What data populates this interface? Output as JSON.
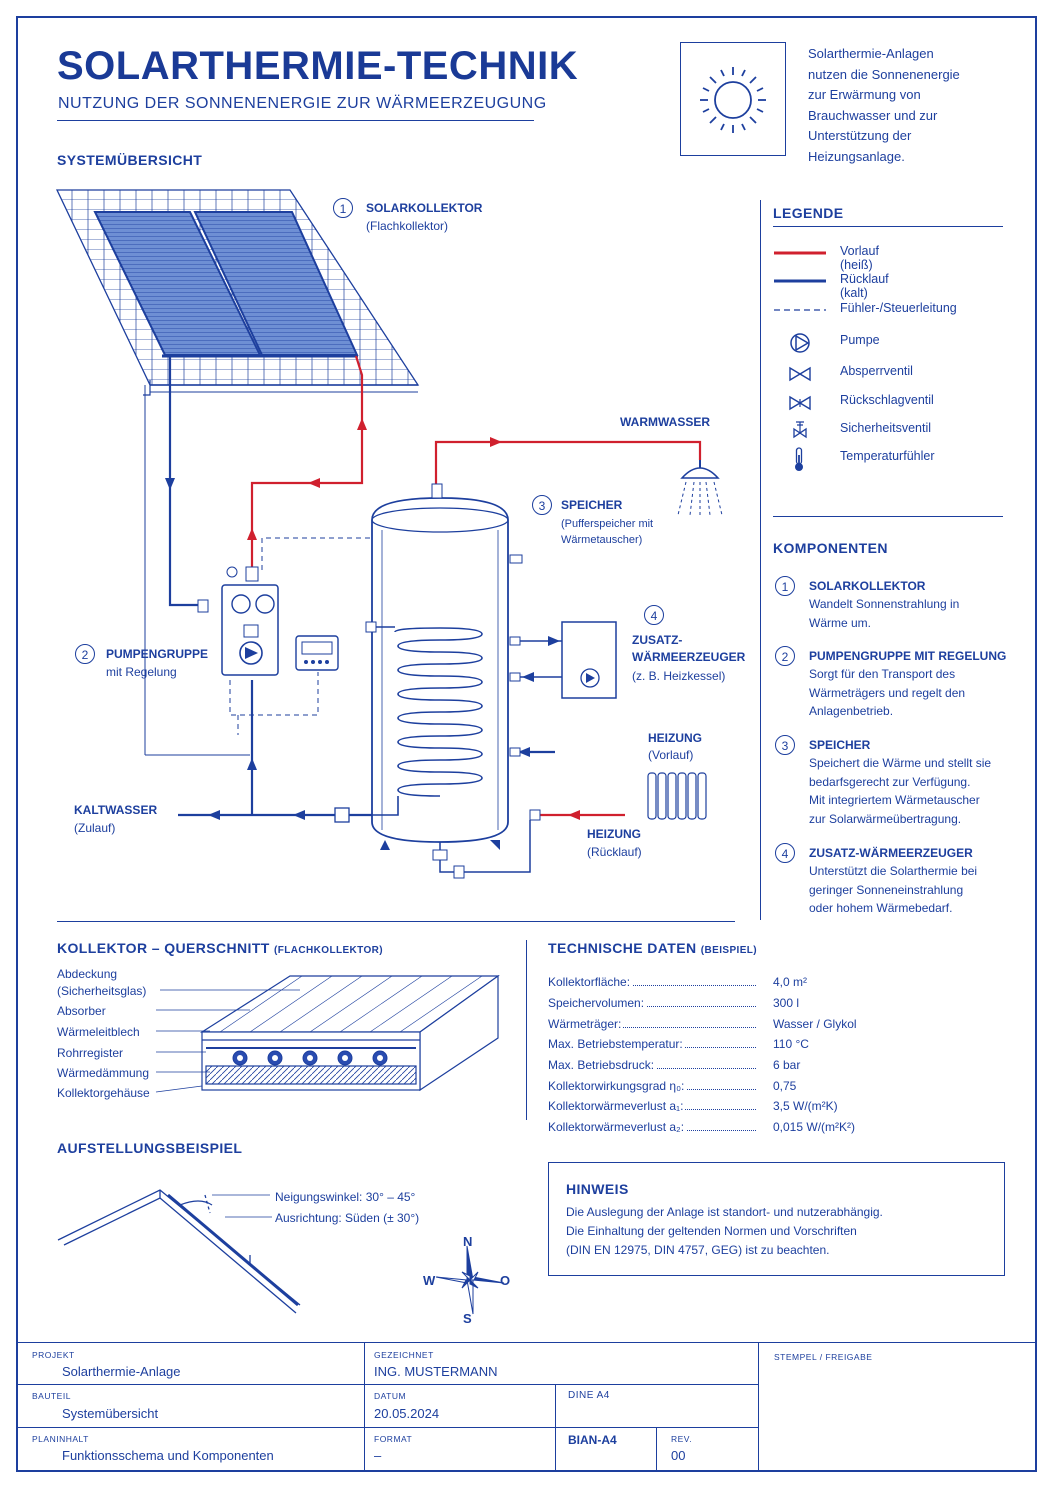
{
  "header": {
    "title": "SOLARTHERMIE-TECHNIK",
    "subtitle": "NUTZUNG DER SONNENENERGIE ZUR WÄRMEERZEUGUNG",
    "intro_lines": [
      "Solarthermie-Anlagen",
      "nutzen die Sonnenenergie",
      "zur Erwärmung von",
      "Brauchwasser und zur",
      "Unterstützung der",
      "Heizungsanlage."
    ]
  },
  "overview": {
    "title": "SYSTEMÜBERSICHT",
    "collector": {
      "num": "1",
      "label": "SOLARKOLLEKTOR",
      "sub": "(Flachkollektor)"
    },
    "pump": {
      "num": "2",
      "label": "PUMPENGRUPPE",
      "sub": "mit Regelung"
    },
    "storage": {
      "num": "3",
      "label": "SPEICHER",
      "sub1": "(Pufferspeicher mit",
      "sub2": "Wärmetauscher)"
    },
    "aux": {
      "num": "4",
      "label1": "ZUSATZ-",
      "label2": "WÄRMEERZEUGER",
      "sub": "(z. B. Heizkessel)"
    },
    "warmwater": "WARMWASSER",
    "heating_flow": {
      "label": "HEIZUNG",
      "sub": "(Vorlauf)"
    },
    "heating_return": {
      "label": "HEIZUNG",
      "sub": "(Rücklauf)"
    },
    "coldwater": {
      "label": "KALTWASSER",
      "sub": "(Zulauf)"
    }
  },
  "legend": {
    "title": "LEGENDE",
    "items": [
      {
        "icon": "red-line-icon",
        "label": "Vorlauf (heiß)"
      },
      {
        "icon": "blue-line-icon",
        "label": "Rücklauf (kalt)"
      },
      {
        "icon": "dashed-line-icon",
        "label": "Fühler-/Steuerleitung"
      },
      {
        "icon": "pump-icon",
        "label": "Pumpe"
      },
      {
        "icon": "shutoff-valve-icon",
        "label": "Absperrventil"
      },
      {
        "icon": "check-valve-icon",
        "label": "Rückschlagventil"
      },
      {
        "icon": "safety-valve-icon",
        "label": "Sicherheitsventil"
      },
      {
        "icon": "thermometer-icon",
        "label": "Temperaturfühler"
      }
    ],
    "colors": {
      "hot": "#d0202e",
      "cold": "#1d3f9e"
    }
  },
  "components": {
    "title": "KOMPONENTEN",
    "items": [
      {
        "num": "1",
        "title": "SOLARKOLLEKTOR",
        "lines": [
          "Wandelt Sonnenstrahlung in",
          "Wärme um."
        ]
      },
      {
        "num": "2",
        "title": "PUMPENGRUPPE MIT REGELUNG",
        "lines": [
          "Sorgt für den Transport des",
          "Wärmeträgers und regelt den",
          "Anlagenbetrieb."
        ]
      },
      {
        "num": "3",
        "title": "SPEICHER",
        "lines": [
          "Speichert die Wärme und stellt sie",
          "bedarfsgerecht zur Verfügung.",
          "Mit integriertem Wärmetauscher",
          "zur Solarwärmeübertragung."
        ]
      },
      {
        "num": "4",
        "title": "ZUSATZ-WÄRMEERZEUGER",
        "lines": [
          "Unterstützt die Solarthermie bei",
          "geringer Sonneneinstrahlung",
          "oder hohem Wärmebedarf."
        ]
      }
    ]
  },
  "cross_section": {
    "title": "KOLLEKTOR – QUERSCHNITT",
    "title_small": "(FLACHKOLLEKTOR)",
    "labels": [
      "Abdeckung",
      "(Sicherheitsglas)",
      "Absorber",
      "Wärmeleitblech",
      "Rohrregister",
      "Wärmedämmung",
      "Kollektorgehäuse"
    ]
  },
  "tech": {
    "title": "TECHNISCHE DATEN",
    "title_small": "(BEISPIEL)",
    "rows": [
      {
        "key": "Kollektorfläche:",
        "value": "4,0 m²"
      },
      {
        "key": "Speichervolumen:",
        "value": "300 l"
      },
      {
        "key": "Wärmeträger:",
        "value": "Wasser / Glykol"
      },
      {
        "key": "Max. Betriebstemperatur:",
        "value": "110 °C"
      },
      {
        "key": "Max. Betriebsdruck:",
        "value": "6 bar"
      },
      {
        "key": "Kollektorwirkungsgrad η₀:",
        "value": "0,75"
      },
      {
        "key": "Kollektorwärmeverlust a₁:",
        "value": "3,5 W/(m²K)"
      },
      {
        "key": "Kollektorwärmeverlust a₂:",
        "value": "0,015 W/(m²K²)"
      }
    ]
  },
  "note": {
    "title": "HINWEIS",
    "lines": [
      "Die Auslegung der Anlage ist standort- und nutzerabhängig.",
      "Die Einhaltung der geltenden Normen und Vorschriften",
      "(DIN EN 12975, DIN 4757, GEG) ist zu beachten."
    ]
  },
  "installation": {
    "title": "AUFSTELLUNGSBEISPIEL",
    "tilt": "Neigungswinkel: 30° – 45°",
    "orientation": "Ausrichtung: Süden (± 30°)",
    "compass": {
      "n": "N",
      "s": "S",
      "w": "W",
      "o": "O"
    }
  },
  "titleblock": {
    "projekt_label": "PROJEKT",
    "projekt": "Solarthermie-Anlage",
    "bauteil_label": "BAUTEIL",
    "bauteil": "Systemübersicht",
    "planinhalt_label": "PLANINHALT",
    "planinhalt": "Funktionsschema und Komponenten",
    "gezeichnet_label": "GEZEICHNET",
    "gezeichnet": "ING. MUSTERMANN",
    "datum_label": "DATUM",
    "datum": "20.05.2024",
    "format_label": "FORMAT",
    "format": "–",
    "dine_label": "DINE",
    "dine": "A4",
    "bian": "BIAN-A4",
    "rev_label": "REV.",
    "rev": "00",
    "stempel_label": "STEMPEL / FREIGABE"
  }
}
